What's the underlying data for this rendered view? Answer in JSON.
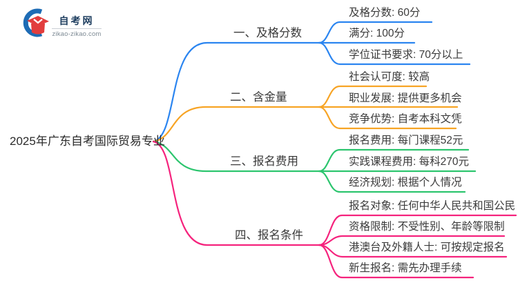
{
  "logo": {
    "title": "自考网",
    "domain": "zikao-zikao.com"
  },
  "root": {
    "label": "2025年广东自考国际贸易专业"
  },
  "colors": {
    "branch1": "#2b85f0",
    "branch2": "#f7a425",
    "branch3": "#2cc56e",
    "branch4": "#f5237d",
    "text": "#3a3a3a",
    "logo_blue": "#1e6cb5",
    "logo_red": "#e23d3d"
  },
  "branches": [
    {
      "label": "一、及格分数",
      "color": "#2b85f0",
      "items": [
        {
          "label": "及格分数: 60分"
        },
        {
          "label": "满分: 100分"
        },
        {
          "label": "学位证书要求: 70分以上"
        }
      ]
    },
    {
      "label": "二、含金量",
      "color": "#f7a425",
      "items": [
        {
          "label": "社会认可度: 较高"
        },
        {
          "label": "职业发展: 提供更多机会"
        },
        {
          "label": "竞争优势: 自考本科文凭"
        }
      ]
    },
    {
      "label": "三、报名费用",
      "color": "#2cc56e",
      "items": [
        {
          "label": "报名费用: 每门课程52元"
        },
        {
          "label": "实践课程费用: 每科270元"
        },
        {
          "label": "经济规划: 根据个人情况"
        }
      ]
    },
    {
      "label": "四、报名条件",
      "color": "#f5237d",
      "items": [
        {
          "label": "报名对象: 任何中华人民共和国公民"
        },
        {
          "label": "资格限制: 不受性别、年龄等限制"
        },
        {
          "label": "港澳台及外籍人士: 可按规定报名"
        },
        {
          "label": "新生报名: 需先办理手续"
        }
      ]
    }
  ]
}
